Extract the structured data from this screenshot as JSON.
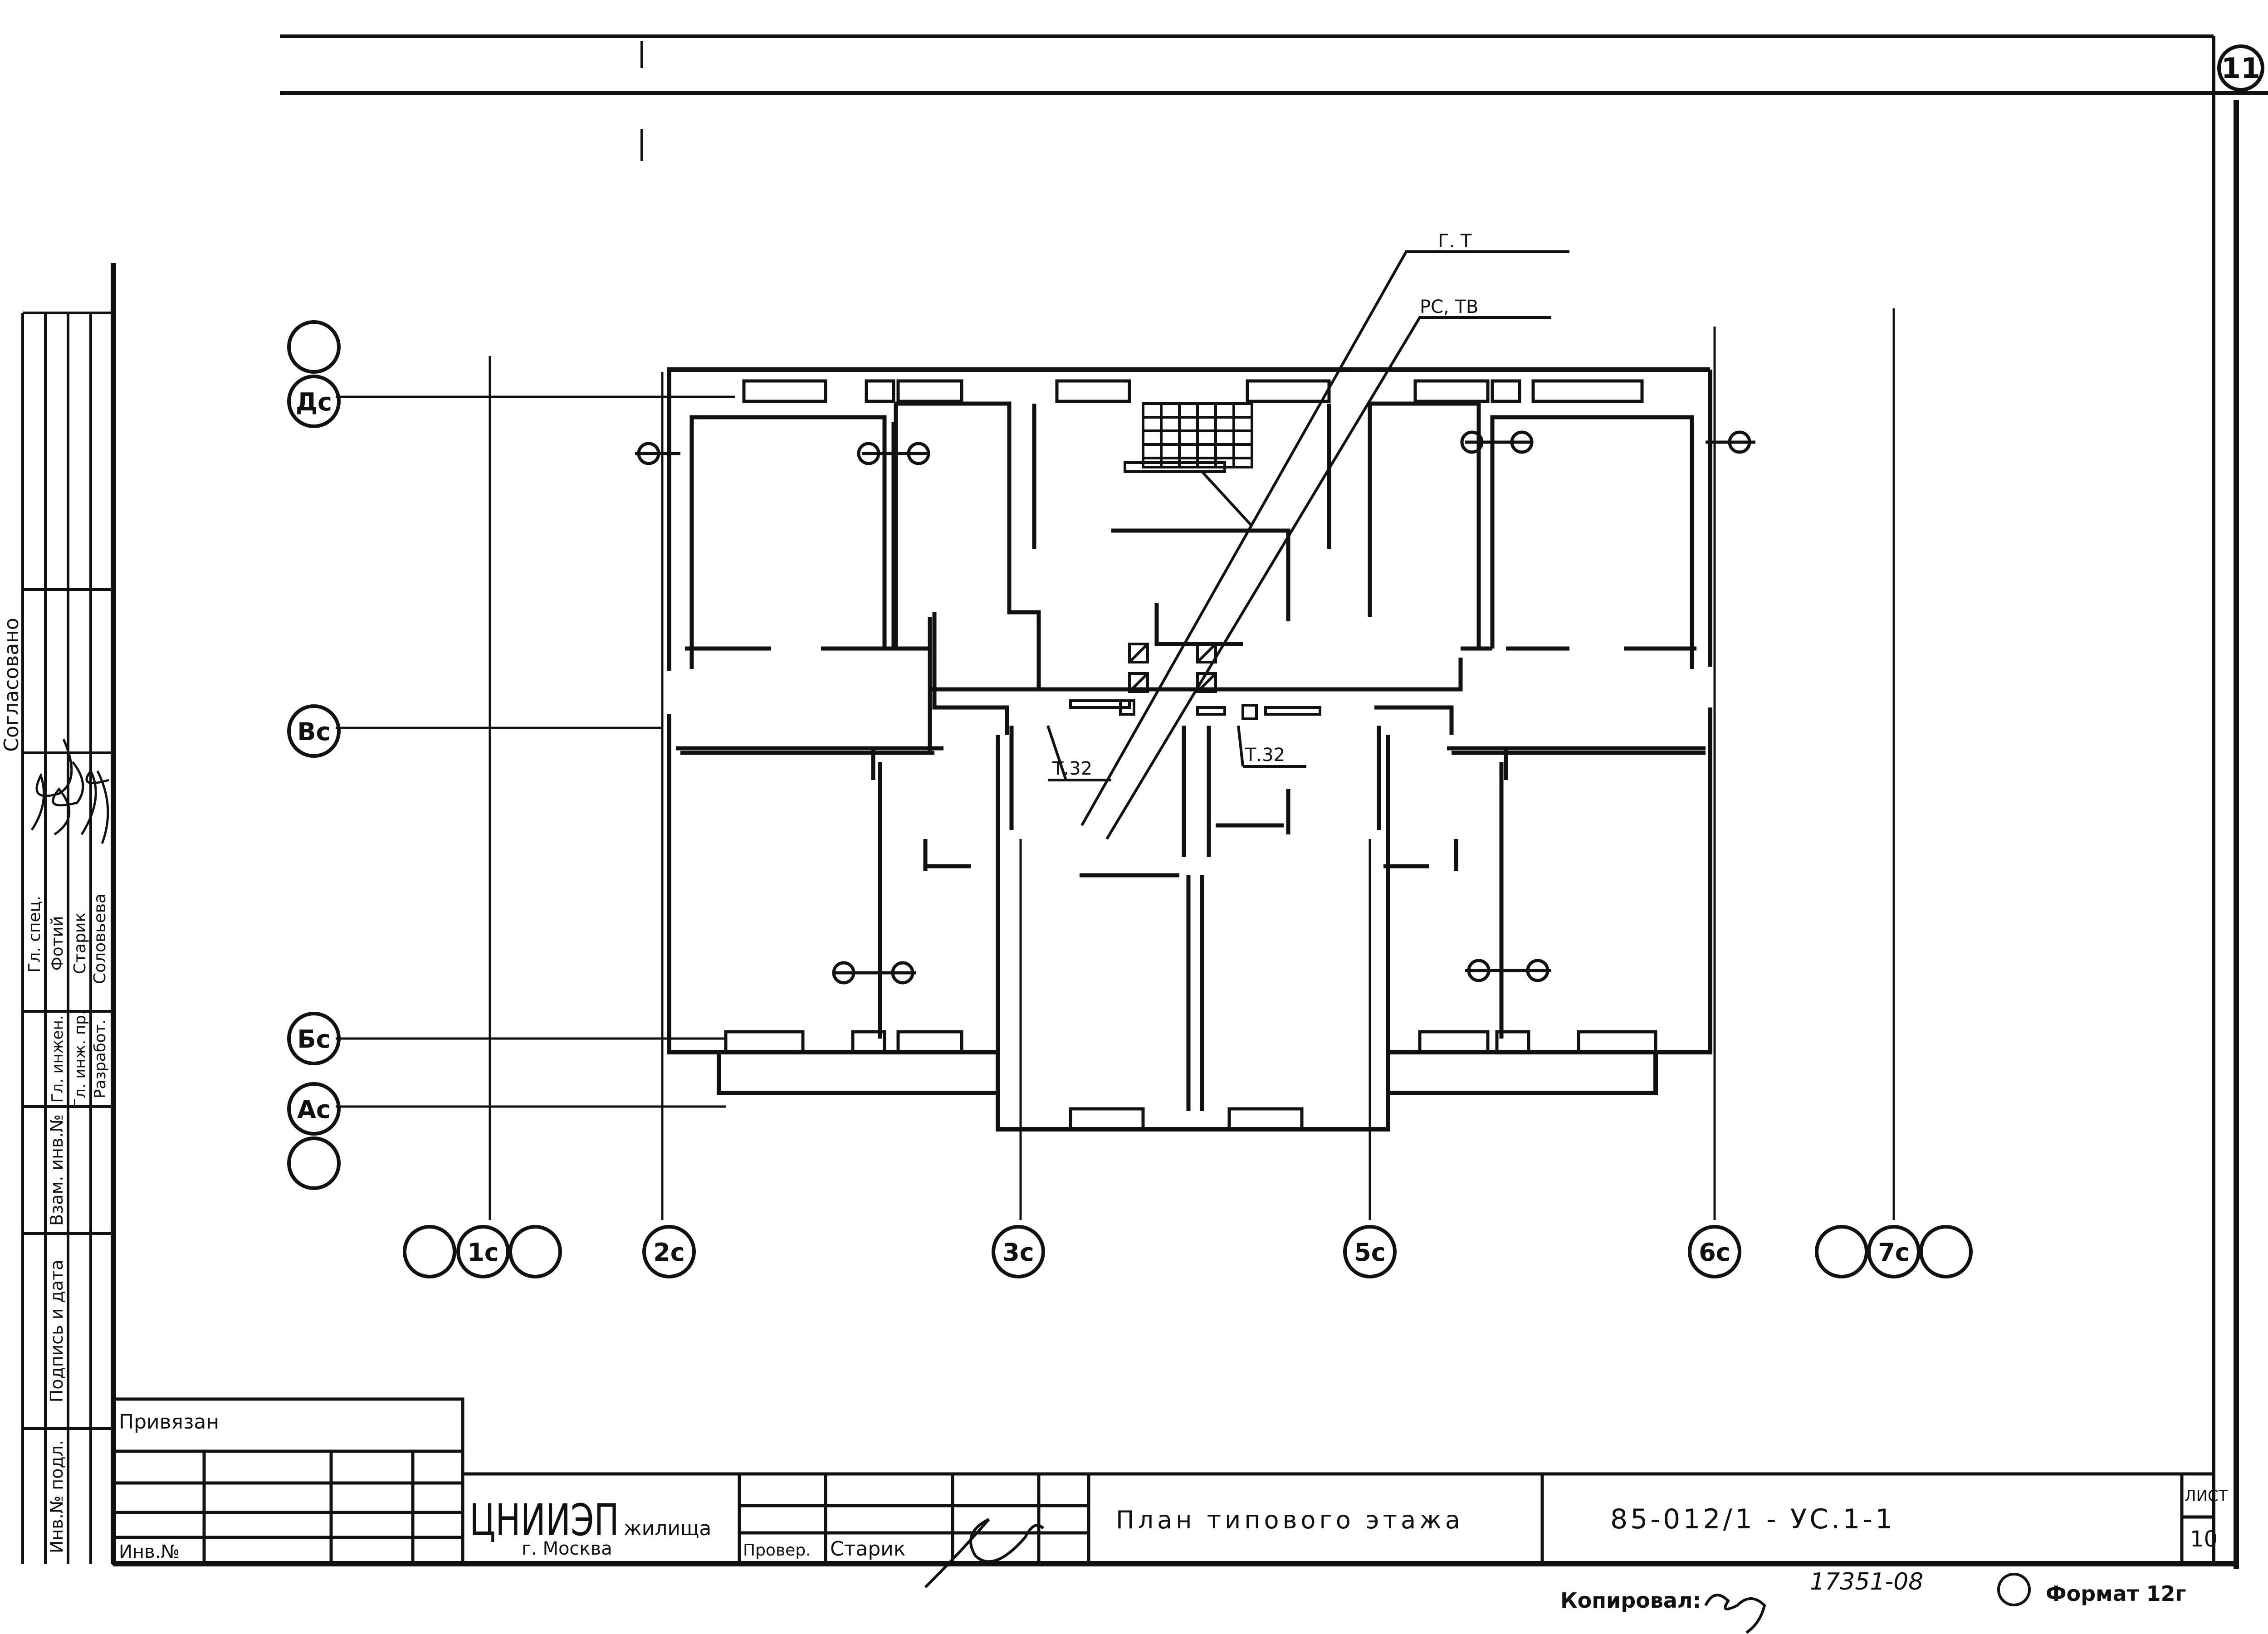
{
  "sheet": {
    "page_number": "11",
    "sheet_label": "ЛИСТ",
    "sheet_number": "10",
    "title": "План типового этажа",
    "drawing_code": "85-012/1 - УС.1-1",
    "organization": "ЦНИИЭП",
    "organization_suffix": "жилища",
    "city": "г. Москва",
    "attached_label": "Привязан",
    "inv_label": "Инв.№",
    "checked_label": "Провер.",
    "checked_name": "Старик",
    "copied_label": "Копировал:",
    "copied_value": "17351-08",
    "format_label": "Формат 12г"
  },
  "side_stamp": {
    "columns": [
      "Инв.№ подл.",
      "Подпись и дата",
      "Взам. инв.№"
    ],
    "rows": [
      {
        "role": "Гл. инжен.",
        "name": "Фотий"
      },
      {
        "role": "Гл. инж. пр.",
        "name": "Старик"
      },
      {
        "role": "Разработ.",
        "name": "Соловьева"
      }
    ],
    "header_fragment": "Гл. спец.",
    "agreed_label": "Согласовано"
  },
  "annotations": {
    "gt": "Г. Т",
    "rs_tv": "РС, ТВ",
    "t32_left": "Т.32",
    "t32_right": "Т.32"
  },
  "axes": {
    "rows": [
      "Дс",
      "Вс",
      "Бс",
      "Ас"
    ],
    "columns": [
      "1с",
      "2с",
      "3с",
      "5с",
      "6с",
      "7с"
    ]
  }
}
